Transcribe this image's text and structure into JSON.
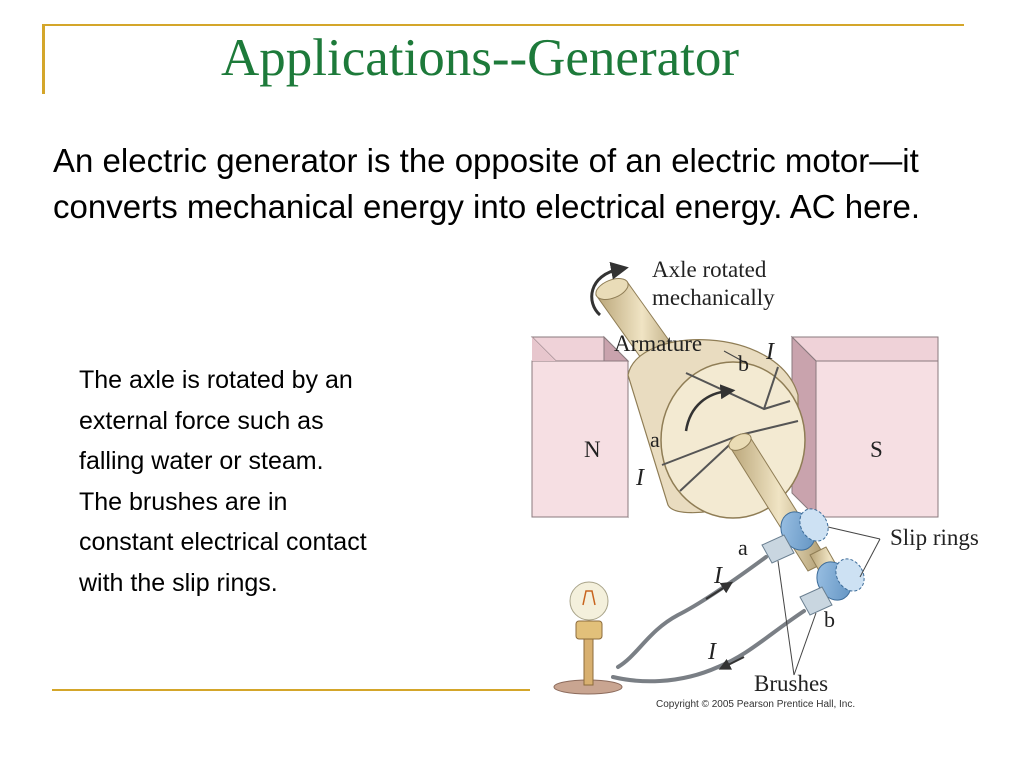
{
  "slide": {
    "title": "Applications--Generator",
    "intro": "An electric generator is the opposite of an electric motor—it converts mechanical energy into electrical energy. AC here.",
    "body_lines": [
      "The axle is rotated by an",
      "external force such as",
      "falling water or steam.",
      "The brushes are in",
      "constant electrical contact",
      "with the slip rings."
    ],
    "accent_color": "#d4a62a",
    "title_color": "#1d7a3a"
  },
  "diagram": {
    "labels": {
      "axle_line1": "Axle rotated",
      "axle_line2": "mechanically",
      "armature": "Armature",
      "slip_rings": "Slip rings",
      "brushes": "Brushes",
      "north": "N",
      "south": "S",
      "coil_a": "a",
      "coil_b": "b",
      "brush_a": "a",
      "brush_b": "b",
      "current_symbol": "I"
    },
    "copyright": "Copyright © 2005 Pearson Prentice Hall, Inc."
  }
}
